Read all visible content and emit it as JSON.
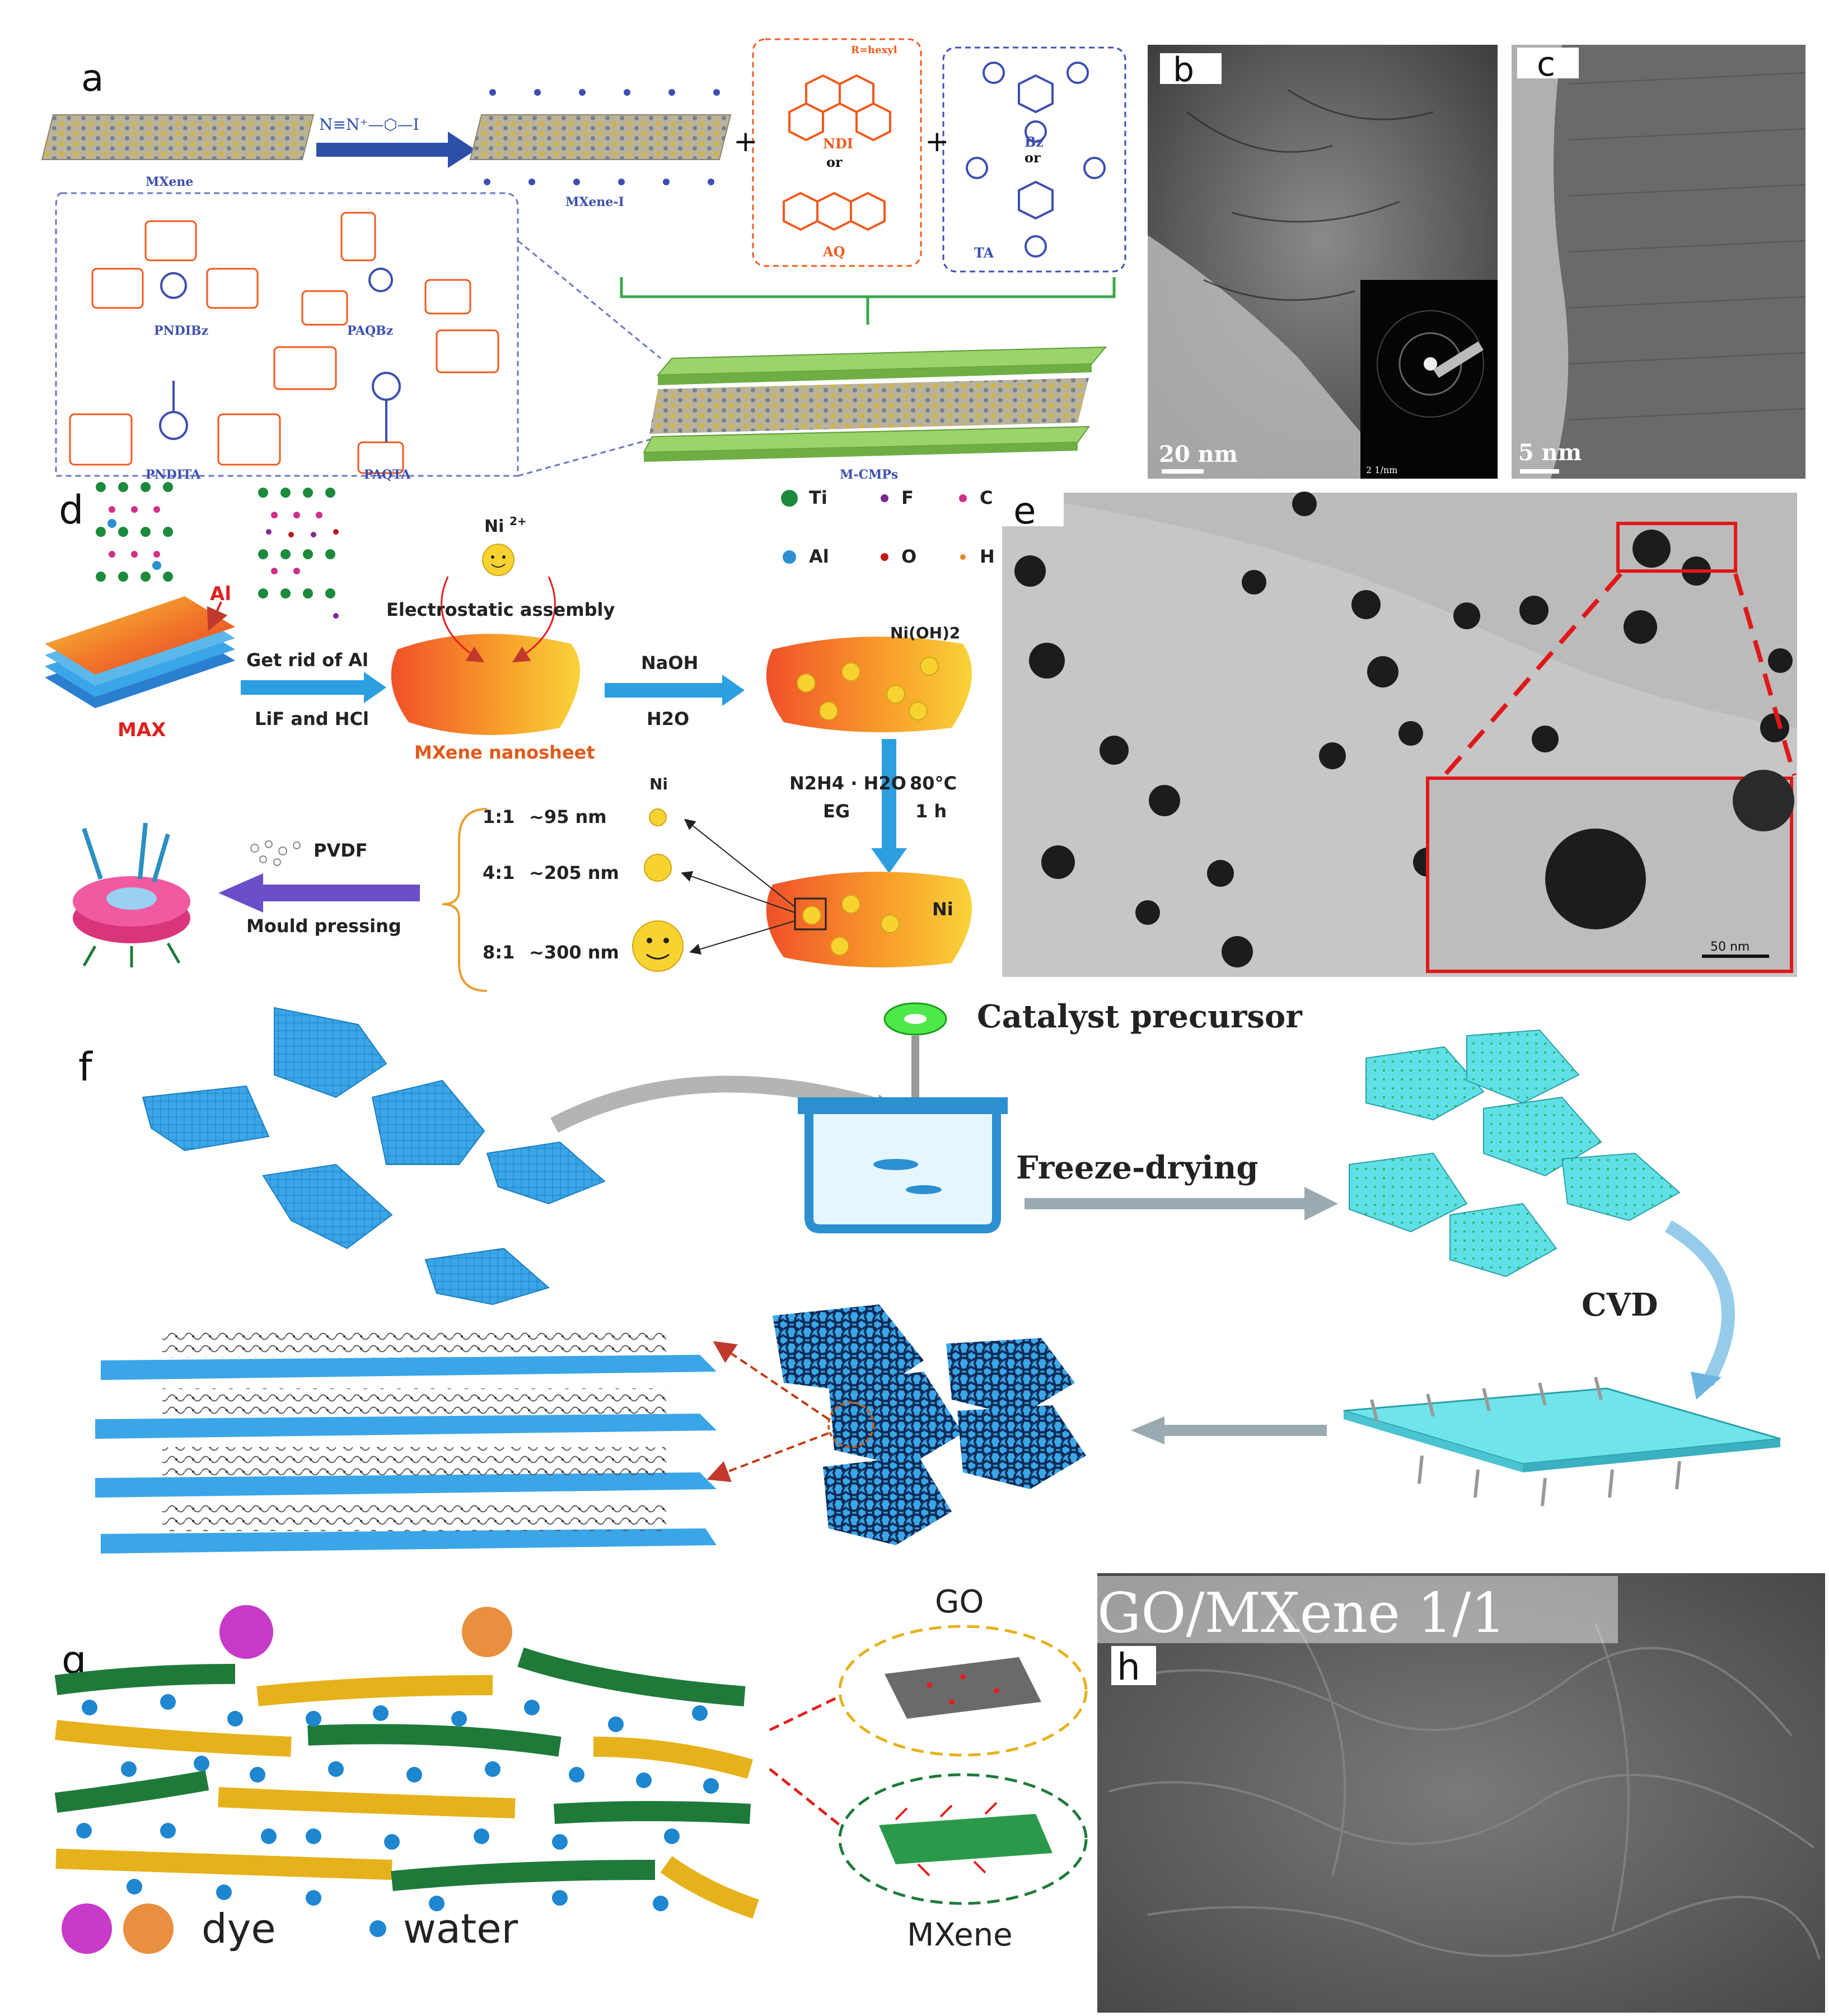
{
  "panels": {
    "a": {
      "letter": "a",
      "mxene": "MXene",
      "mxene_i": "MXene-I",
      "ndi": "NDI",
      "or1": "or",
      "aq": "AQ",
      "nhexyl": "R=hexyl",
      "bz": "Bz",
      "or2": "or",
      "ta": "TA",
      "plus": "+",
      "pndibz": "PNDIBz",
      "paqbz": "PAQBz",
      "pndita": "PNDITA",
      "paqta": "PAQTA",
      "mcmps": "M-CMPs"
    },
    "b": {
      "letter": "b",
      "scale": "20 nm",
      "inset_scale": "2 1/nm"
    },
    "c": {
      "letter": "c",
      "scale": "5 nm"
    },
    "d": {
      "letter": "d",
      "al_arrow": "Al",
      "max": "MAX",
      "get_rid": "Get rid of Al",
      "lif_hcl": "LiF and HCl",
      "ni2": "Ni",
      "ni2_sup": "2+",
      "electrostatic": "Electrostatic assembly",
      "mxene_nanosheet": "MXene nanosheet",
      "naoh": "NaOH",
      "h2o": "H2O",
      "nioh2": "Ni(OH)2",
      "n2h4": "N2H4 · H2O",
      "eg": "EG",
      "temp": "80°C",
      "time": "1 h",
      "ni_label": "Ni",
      "ni_product": "Ni",
      "ratios": [
        {
          "ratio": "1:1",
          "size": "~95 nm"
        },
        {
          "ratio": "4:1",
          "size": "~205 nm"
        },
        {
          "ratio": "8:1",
          "size": "~300 nm"
        }
      ],
      "pvdf": "PVDF",
      "mould": "Mould pressing",
      "legend": [
        {
          "label": "Ti",
          "color": "#1c8a3c"
        },
        {
          "label": "F",
          "color": "#7a2a8a"
        },
        {
          "label": "C",
          "color": "#d0308a"
        },
        {
          "label": "Al",
          "color": "#2b8fd0"
        },
        {
          "label": "O",
          "color": "#c01818"
        },
        {
          "label": "H",
          "color": "#e08a2a"
        }
      ]
    },
    "e": {
      "letter": "e",
      "scale": "50 nm"
    },
    "f": {
      "letter": "f",
      "catalyst": "Catalyst precursor",
      "freeze": "Freeze-drying",
      "cvd": "CVD"
    },
    "g": {
      "letter": "g",
      "go": "GO",
      "mxene": "MXene",
      "dye": "dye",
      "water": "water"
    },
    "h": {
      "letter": "h",
      "title": "GO/MXene 1/1"
    }
  },
  "colors": {
    "orange": "#f05a1e",
    "blue_arrow": "#2c9fe0",
    "purple_arrow": "#6b4fc8",
    "sheet_blue": "#3aa6e8",
    "green_band": "#1f7a3a",
    "gold_band": "#e6b21c"
  }
}
